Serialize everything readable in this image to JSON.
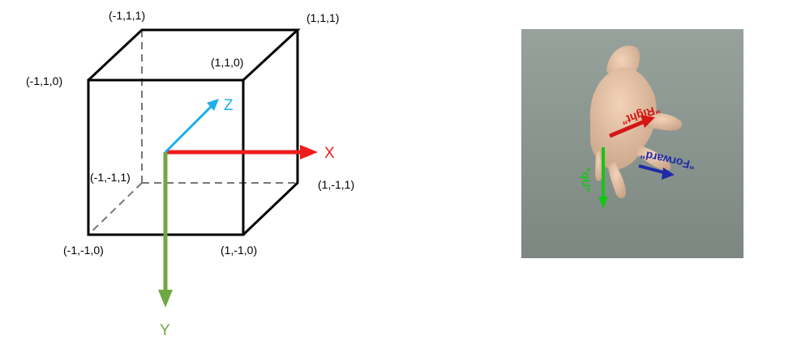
{
  "cube_diagram": {
    "corners": {
      "top_back_left": "(-1,1,1)",
      "top_back_right": "(1,1,1)",
      "top_front_right": "(1,1,0)",
      "top_front_left": "(-1,1,0)",
      "bottom_back_left": "(-1,-1,1)",
      "bottom_back_right": "(1,-1,1)",
      "bottom_front_left": "(-1,-1,0)",
      "bottom_front_right": "(1,-1,0)"
    },
    "axes": {
      "x": {
        "label": "X",
        "color": "#ee1c1c"
      },
      "y": {
        "label": "Y",
        "color": "#6fa840"
      },
      "z": {
        "label": "Z",
        "color": "#1ab0ec"
      }
    }
  },
  "hand_render": {
    "background": "#8c9790",
    "labels": {
      "right": "\"Right\"",
      "forward": "\"Forward\"",
      "up": "\"Up\""
    },
    "colors": {
      "right": "#d41616",
      "forward": "#1e2aa8",
      "up": "#18c418"
    }
  }
}
